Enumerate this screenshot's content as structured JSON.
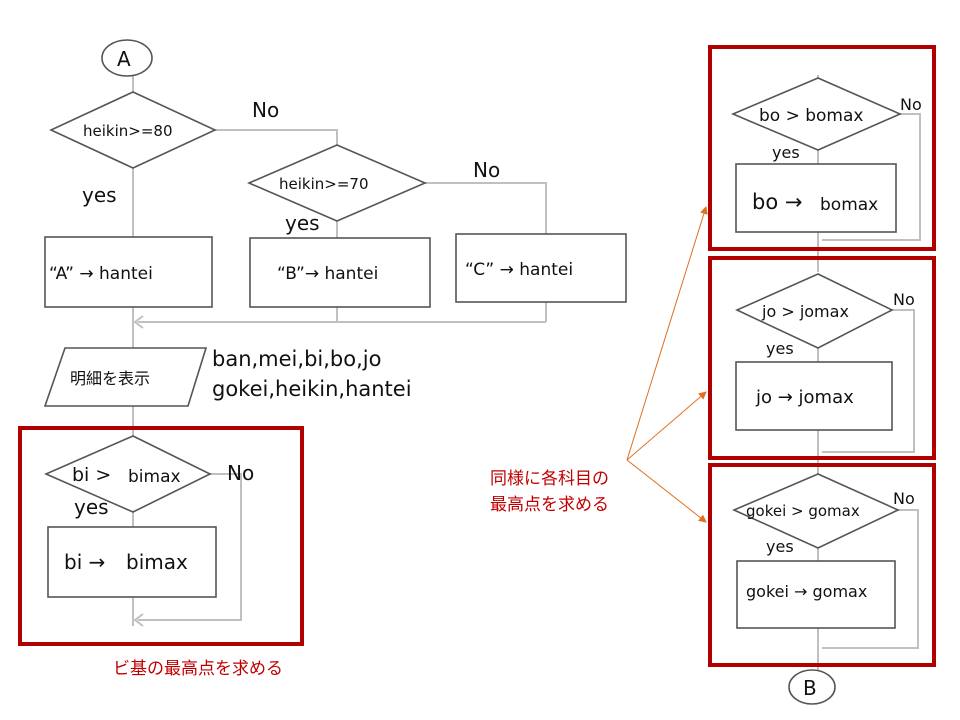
{
  "connectors": {
    "top": "A",
    "bottom": "B"
  },
  "decision1": {
    "label": "heikin>=80",
    "no": "No",
    "yes": "yes"
  },
  "decision2": {
    "label": "heikin>=70",
    "no": "No",
    "yes": "yes"
  },
  "process_a": "“A” → hantei",
  "process_b": "“B”→ hantei",
  "process_c": "“C” → hantei",
  "output": {
    "label": "明細を表示",
    "fields_line1": "ban,mei,bi,bo,jo",
    "fields_line2": "gokei,heikin,hantei"
  },
  "bi_block": {
    "cond_prefix": "bi > ",
    "cond_var": "bimax",
    "no": "No",
    "yes": "yes",
    "action_prefix": "bi → ",
    "action_var": "bimax",
    "note": "ビ基の最高点を求める"
  },
  "bo_block": {
    "cond": "bo > bomax",
    "no": "No",
    "yes": "yes",
    "action_prefix": "bo → ",
    "action_var": "bomax"
  },
  "jo_block": {
    "cond": "jo > jomax",
    "no": "No",
    "yes": "yes",
    "action": "jo → jomax"
  },
  "gokei_block": {
    "cond": "gokei > gomax",
    "no": "No",
    "yes": "yes",
    "action": "gokei → gomax"
  },
  "annotation": {
    "line1": "同様に各科目の",
    "line2": "最高点を求める"
  },
  "colors": {
    "highlight": "#b00000",
    "note_text": "#c00000",
    "arrow": "#e07020",
    "flow_line": "#c0c0c0"
  }
}
